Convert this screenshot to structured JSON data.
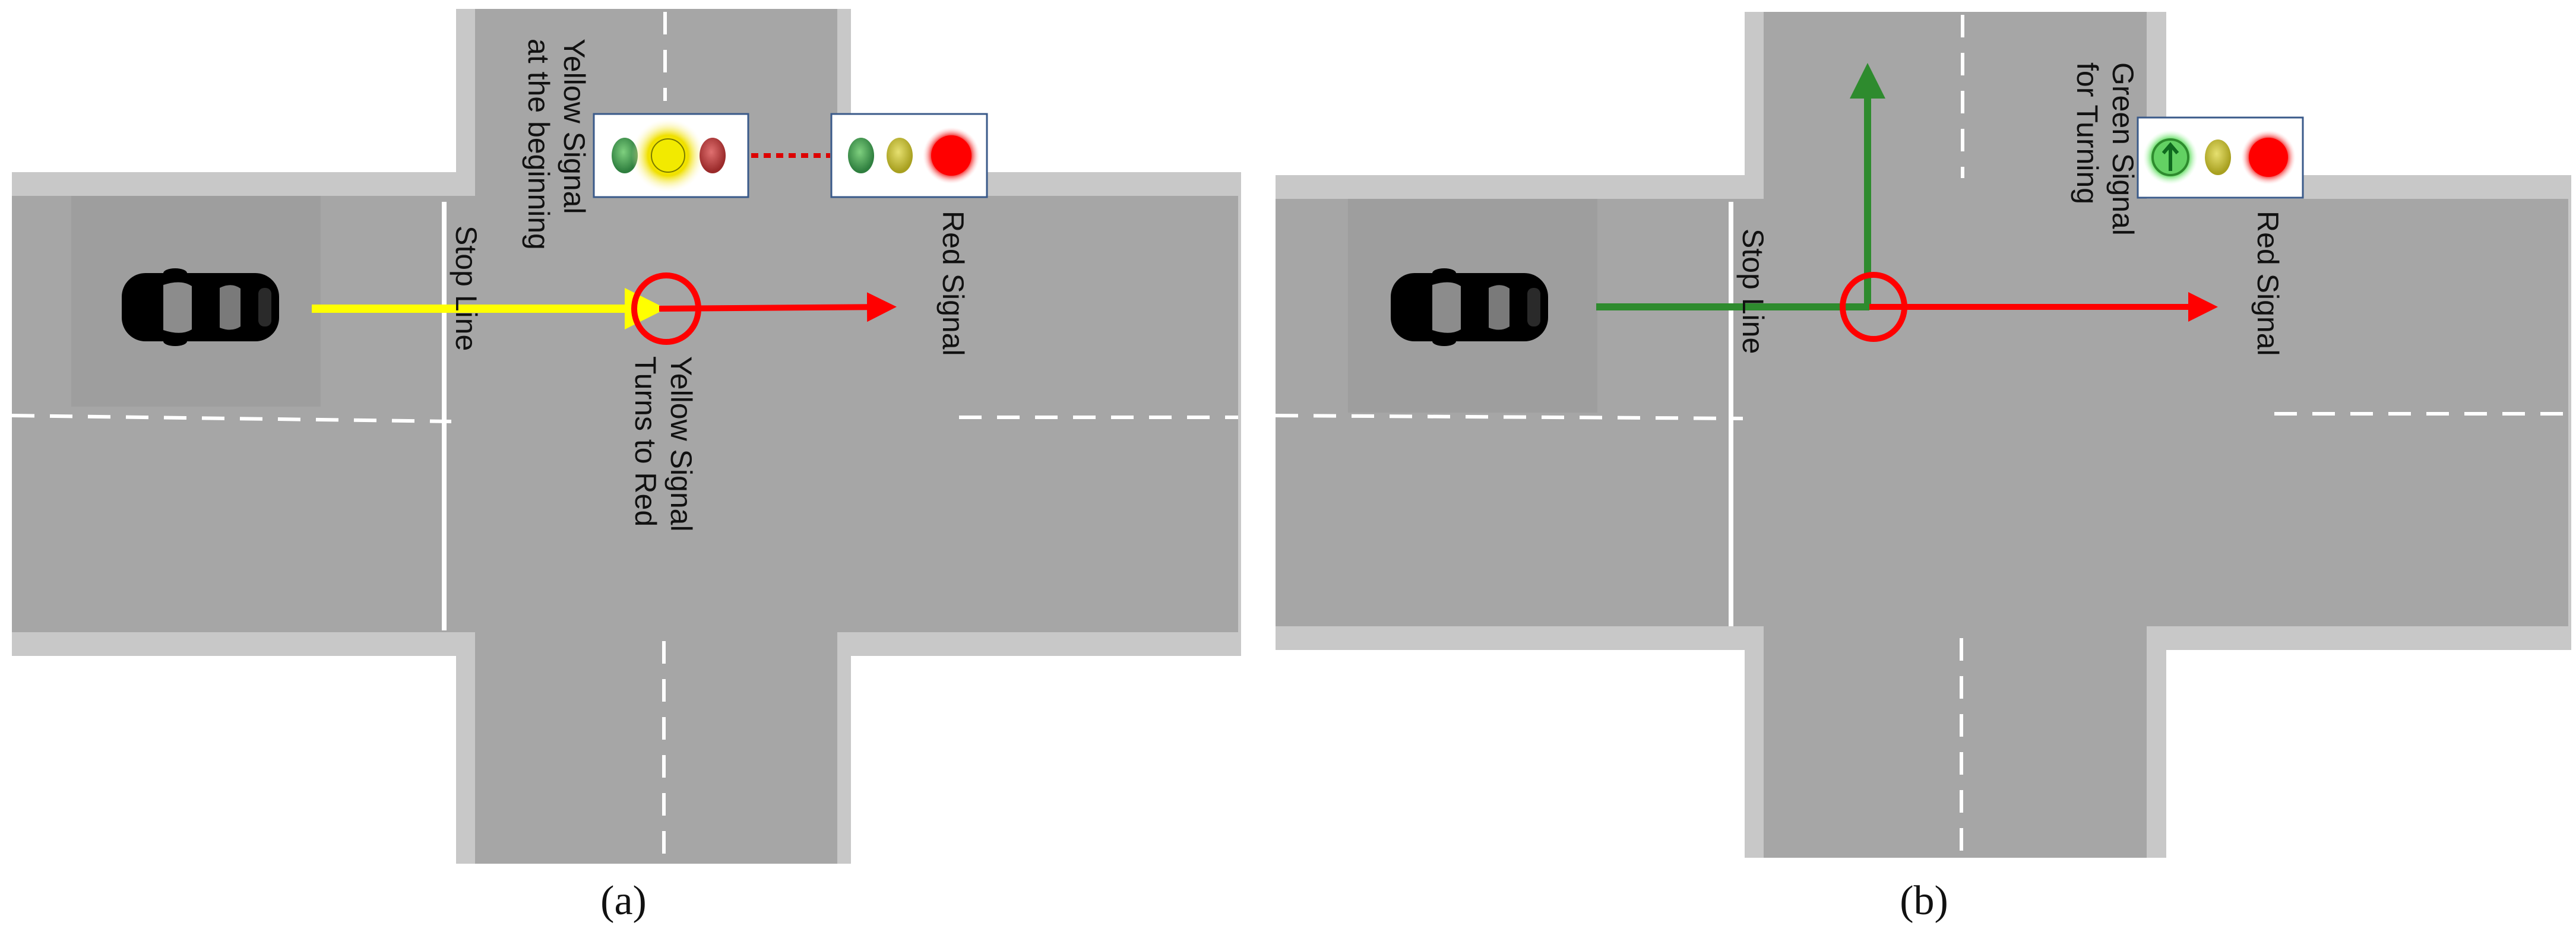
{
  "panels": [
    {
      "caption": "(a)",
      "labels": {
        "yellow_signal": [
          "Yellow Signal",
          "at the beginning"
        ],
        "stop_line": "Stop Line",
        "yellow_to_red": [
          "Yellow Signal",
          "Turns to Red"
        ],
        "red_signal": "Red Signal"
      }
    },
    {
      "caption": "(b)",
      "labels": {
        "green_signal": [
          "Green Signal",
          "for Turning"
        ],
        "stop_line": "Stop Line",
        "red_signal": "Red Signal"
      }
    }
  ],
  "colors": {
    "road": "#a6a6a6",
    "curb": "#c8c8c8",
    "lane_marking": "#ffffff",
    "yellow_path": "#ffff00",
    "red_path": "#ff0000",
    "green_path": "#2e8b2e",
    "car": "#000000"
  },
  "icons": [
    "car-icon",
    "traffic-light-icon",
    "arrow-icon",
    "conflict-circle-icon"
  ]
}
